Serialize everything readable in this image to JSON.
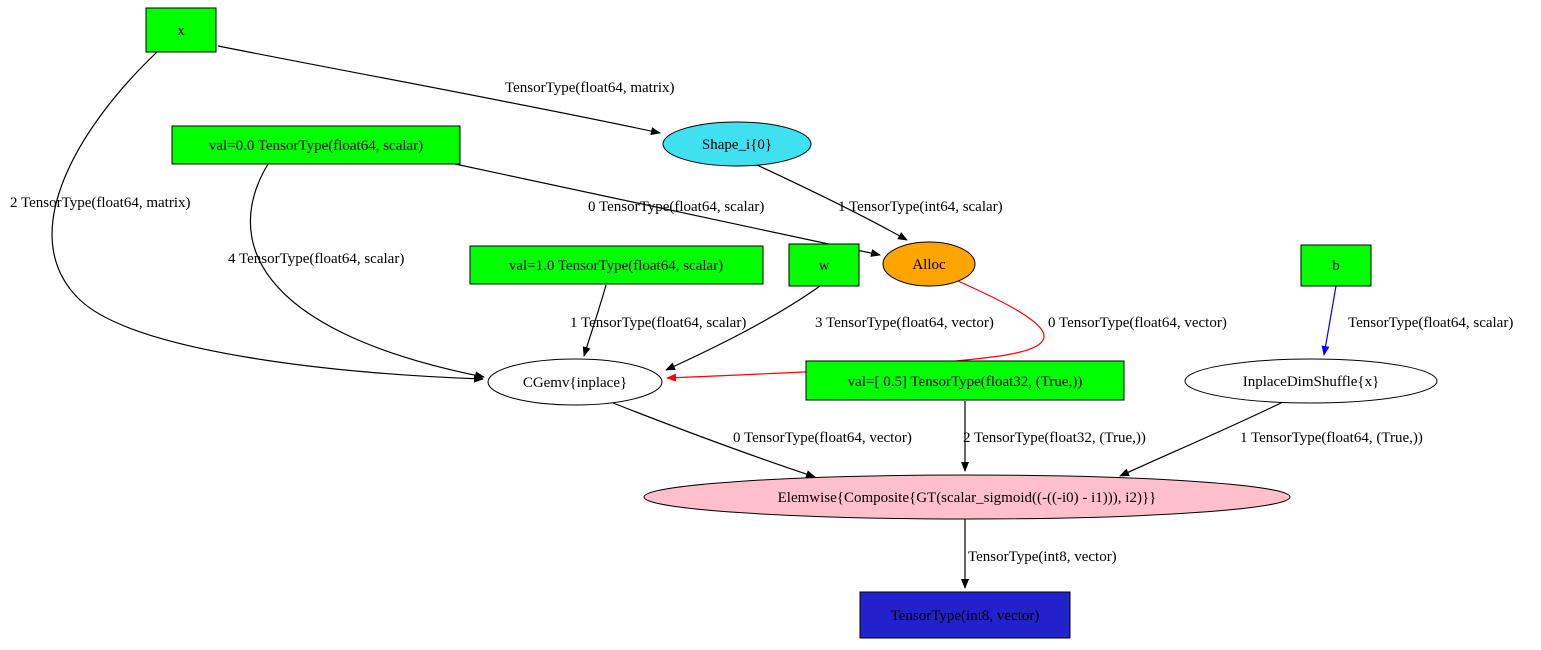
{
  "colors": {
    "input": "#00ff00",
    "shape": "#3fe1f1",
    "alloc": "#ffa500",
    "plain": "#ffffff",
    "elemwise": "#ffc0cb",
    "output": "#2222cc",
    "edge": "#000000",
    "edge_red": "#ff0000",
    "edge_blue": "#0000ff"
  },
  "nodes": {
    "x": {
      "label": "x"
    },
    "val_zero": {
      "label": "val=0.0 TensorType(float64, scalar)"
    },
    "shape_i": {
      "label": "Shape_i{0}"
    },
    "val_one": {
      "label": "val=1.0 TensorType(float64, scalar)"
    },
    "w": {
      "label": "w"
    },
    "alloc": {
      "label": "Alloc"
    },
    "b": {
      "label": "b"
    },
    "cgemv": {
      "label": "CGemv{inplace}"
    },
    "val_half": {
      "label": "val=[ 0.5] TensorType(float32, (True,))"
    },
    "dimshuffle": {
      "label": "InplaceDimShuffle{x}"
    },
    "elemwise": {
      "label": "Elemwise{Composite{GT(scalar_sigmoid((-((-i0) - i1))), i2)}}"
    },
    "output": {
      "label": "TensorType(int8, vector)"
    }
  },
  "edges": {
    "x_to_shape": {
      "label": "TensorType(float64, matrix)"
    },
    "x_to_cgemv": {
      "label": "2 TensorType(float64, matrix)"
    },
    "valzero_to_alloc": {
      "label": "0 TensorType(float64, scalar)"
    },
    "valzero_to_cgemv": {
      "label": "4 TensorType(float64, scalar)"
    },
    "shape_to_alloc": {
      "label": "1 TensorType(int64, scalar)"
    },
    "valone_to_cgemv": {
      "label": "1 TensorType(float64, scalar)"
    },
    "w_to_cgemv": {
      "label": "3 TensorType(float64, vector)"
    },
    "alloc_to_cgemv": {
      "label": "0 TensorType(float64, vector)"
    },
    "b_to_dimshuffle": {
      "label": "TensorType(float64, scalar)"
    },
    "cgemv_to_elemwise": {
      "label": "0 TensorType(float64, vector)"
    },
    "valhalf_to_elemwise": {
      "label": "2 TensorType(float32, (True,))"
    },
    "dimshuffle_to_elemwise": {
      "label": "1 TensorType(float64, (True,))"
    },
    "elemwise_to_output": {
      "label": "TensorType(int8, vector)"
    }
  }
}
